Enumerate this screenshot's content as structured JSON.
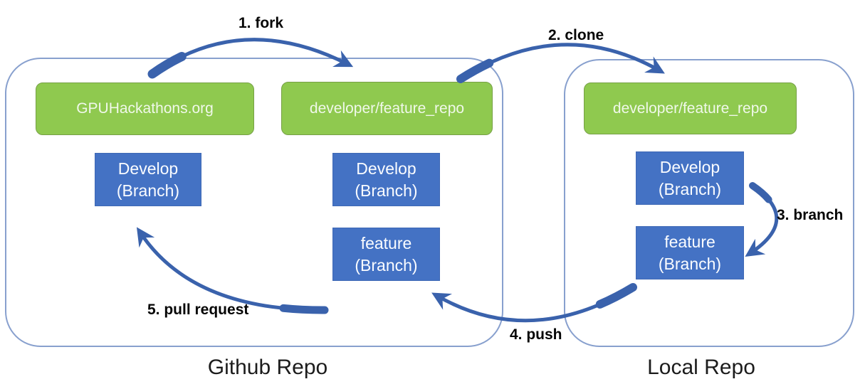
{
  "steps": {
    "fork": "1. fork",
    "clone": "2. clone",
    "branch": "3. branch",
    "push": "4. push",
    "pull_request": "5. pull request"
  },
  "github": {
    "label": "Github Repo",
    "upstream_repo": "GPUHackathons.org",
    "forked_repo": "developer/feature_repo",
    "upstream_develop": {
      "line1": "Develop",
      "line2": "(Branch)"
    },
    "fork_develop": {
      "line1": "Develop",
      "line2": "(Branch)"
    },
    "fork_feature": {
      "line1": "feature",
      "line2": "(Branch)"
    }
  },
  "local": {
    "label": "Local Repo",
    "repo": "developer/feature_repo",
    "develop": {
      "line1": "Develop",
      "line2": "(Branch)"
    },
    "feature": {
      "line1": "feature",
      "line2": "(Branch)"
    }
  },
  "colors": {
    "green_box_fill": "#8fc94f",
    "green_box_border": "#76a046",
    "blue_box_fill": "#4472c4",
    "arrow_blue": "#3a62ac",
    "container_border": "#88a0ce",
    "step_label_color": "#050505",
    "repo_label_color": "#1c1c1c",
    "box_text_color": "#f4f9ef"
  }
}
